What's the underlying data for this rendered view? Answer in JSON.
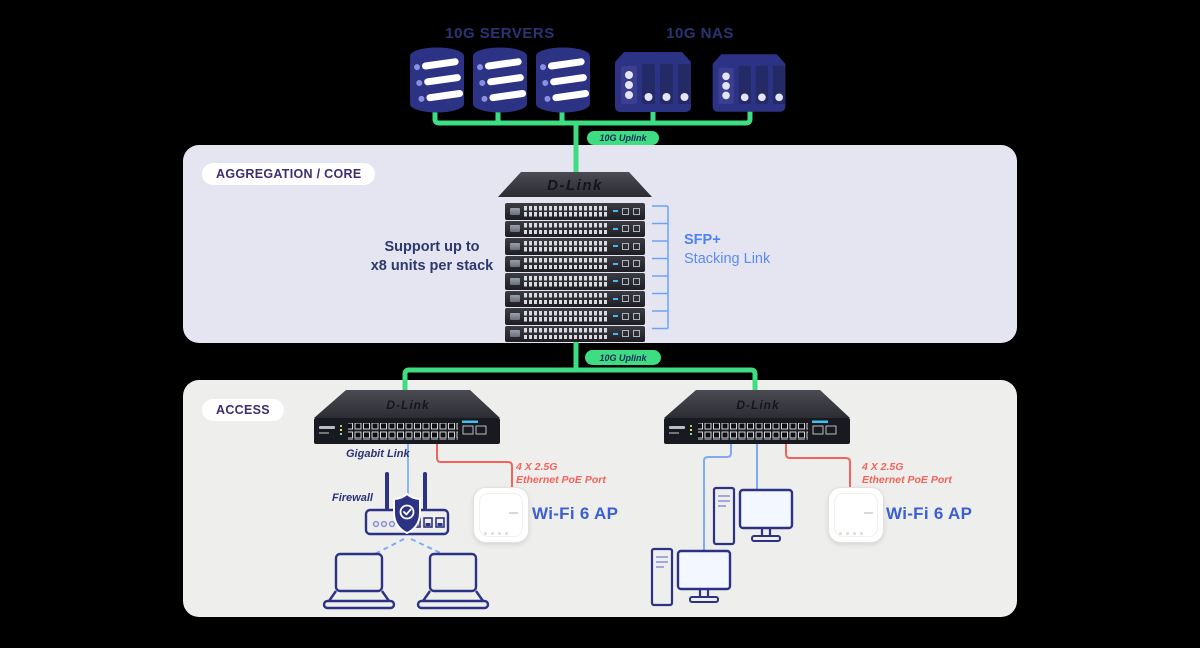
{
  "sources": {
    "servers_label": "10G SERVERS",
    "nas_label": "10G NAS"
  },
  "links": {
    "uplink_top": "10G Uplink",
    "uplink_bottom": "10G Uplink"
  },
  "aggregation": {
    "badge": "AGGREGATION / CORE",
    "support_line1": "Support up to",
    "support_bold": "x8 units",
    "support_rest": " per stack",
    "stacking_bold": "SFP+",
    "stacking_label": "Stacking Link",
    "stack_units": 8,
    "brand": "D-Link"
  },
  "access": {
    "badge": "ACCESS",
    "gigabit_link": "Gigabit Link",
    "firewall": "Firewall",
    "left": {
      "poe_line1": "4 X 2.5G",
      "poe_line2": "Ethernet PoE Port",
      "ap_label": "Wi-Fi 6 AP"
    },
    "right": {
      "poe_line1": "4 X 2.5G",
      "poe_line2": "Ethernet PoE Port",
      "ap_label": "Wi-Fi 6 AP"
    },
    "brand": "D-Link"
  },
  "colors": {
    "background": "#000000",
    "green_link": "#3edd81",
    "navy_icon": "#2d3384",
    "panel_aggregation": "#e5e5f2",
    "panel_access": "#eeeeec",
    "badge_text": "#3f2d71",
    "bracket_blue": "#6aa4f8",
    "stacking_text": "#5c8bf3",
    "poe_red": "#f2635c",
    "ap_text_blue": "#3a5fd4",
    "dark_text": "#2b3a6b"
  }
}
